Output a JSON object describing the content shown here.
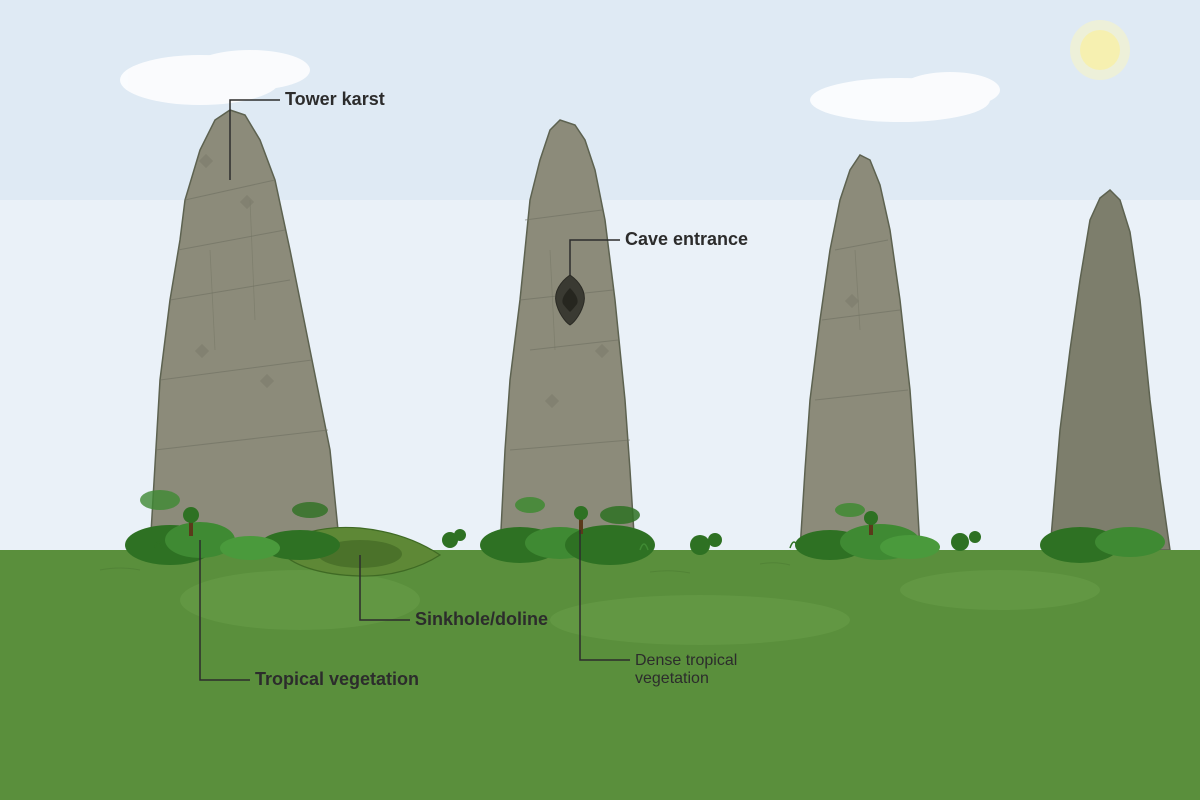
{
  "labels": {
    "tower_karst": "Tower karst",
    "cave_entrance": "Cave entrance",
    "sinkhole": "Sinkhole/doline",
    "tropical_vegetation": "Tropical vegetation",
    "dense_tropical_vegetation_line1": "Dense tropical",
    "dense_tropical_vegetation_line2": "vegetation"
  },
  "colors": {
    "sky_upper": "#dfeaf4",
    "sky_lower": "#eaf1f8",
    "ground": "#5a8f3c",
    "tower": "#8c8b7a",
    "tower_far": "#7d7e6c",
    "bush_dark": "#2e7123",
    "bush_light": "#3f8a33",
    "sinkhole": "#5e8836",
    "cave": "#3a3a32",
    "sun": "#f6f0b0",
    "label_text": "#2c2c2c"
  }
}
